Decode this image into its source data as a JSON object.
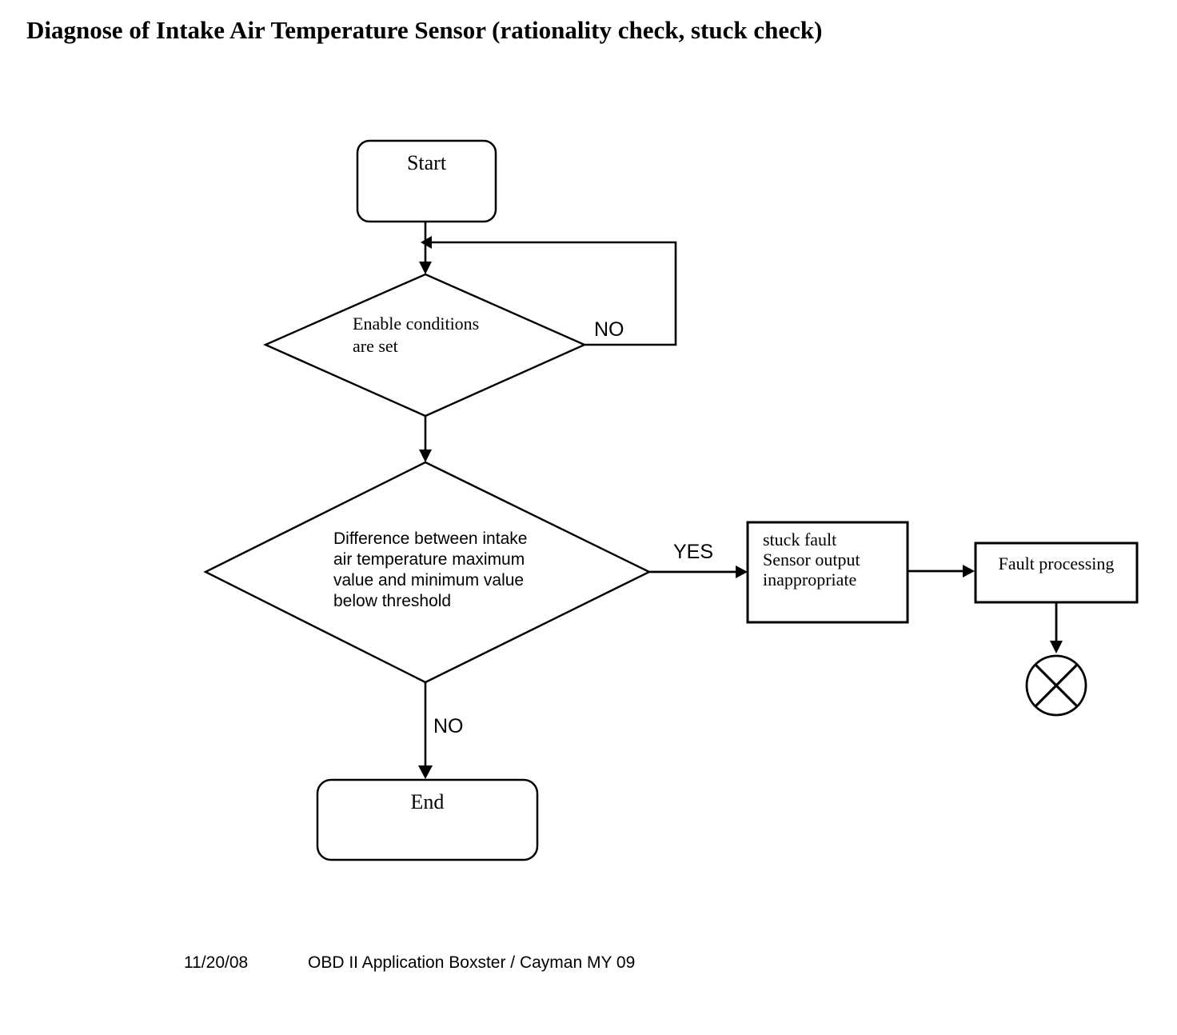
{
  "page": {
    "title": "Diagnose of Intake Air Temperature Sensor (rationality check, stuck check)"
  },
  "flowchart": {
    "start_label": "Start",
    "decision1_label": "Enable conditions\nare set",
    "decision1_no_label": "NO",
    "decision2_label": "Difference between intake\nair temperature maximum\nvalue and minimum value\nbelow threshold",
    "decision2_yes_label": "YES",
    "decision2_no_label": "NO",
    "stuck_fault_label": "stuck fault\nSensor output\ninappropriate",
    "fault_processing_label": "Fault processing",
    "end_label": "End",
    "terminator_icon": "circle-x-icon"
  },
  "footer": {
    "date": "11/20/08",
    "document_title": "OBD II Application Boxster / Cayman MY 09"
  },
  "colors": {
    "line": "#000000",
    "background": "#ffffff",
    "text": "#000000"
  }
}
